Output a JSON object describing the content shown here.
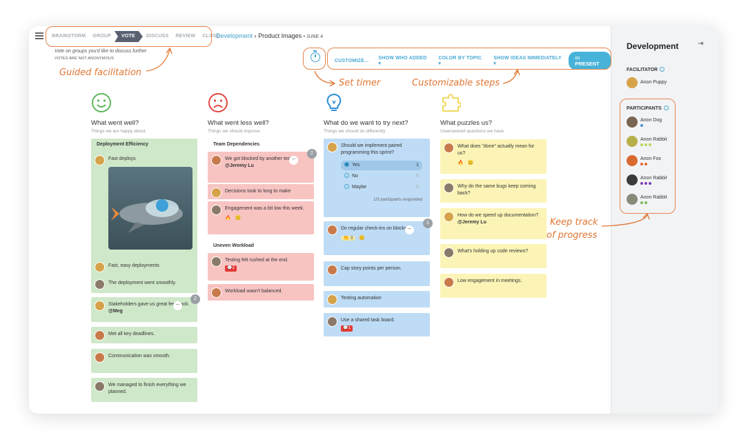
{
  "header": {
    "steps": [
      "BRAINSTORM",
      "GROUP",
      "VOTE",
      "DISCUSS",
      "REVIEW",
      "CLOSE"
    ],
    "active_step": "VOTE",
    "breadcrumb_link": "Development",
    "breadcrumb_sep": "›",
    "breadcrumb_page": "Product Images",
    "breadcrumb_date": "• JUNE 4",
    "hint": "Vote on groups you'd like to discuss further",
    "hint_sub": "VOTES ARE NOT ANONYMOUS"
  },
  "toolbar": {
    "customize": "CUSTOMIZE...",
    "show_who_added": "SHOW WHO ADDED ▾",
    "color_by_topic": "COLOR BY TOPIC ▾",
    "show_ideas": "SHOW IDEAS IMMEDIATELY ▾",
    "present": "PRESENT"
  },
  "annotations": {
    "guided": "Guided facilitation",
    "timer": "Set timer",
    "custom": "Customizable steps",
    "track1": "Keep track",
    "track2": "of progress"
  },
  "columns": [
    {
      "title": "What went well?",
      "subtitle": "Things we are happy about."
    },
    {
      "title": "What went less well?",
      "subtitle": "Things we should improve."
    },
    {
      "title": "What do we want to try next?",
      "subtitle": "Things we should do differently"
    },
    {
      "title": "What puzzles us?",
      "subtitle": "Unanswered questions we have"
    }
  ],
  "col1": {
    "group": "Deployment Efficiency",
    "cards": [
      "Fast deploys",
      "Fast, easy deployments",
      "The deployment went smoothly.",
      "Stakeholders gave us great feedback.",
      "Met all key deadlines.",
      "Communication was smooth.",
      "We managed to finish everything we planned."
    ],
    "mention": "@Meg",
    "badge": "2"
  },
  "col2": {
    "group1": "Team Dependencies",
    "group2": "Uneven Workload",
    "cards": [
      "We got blocked by another team.",
      "Decisions took to long to make",
      "Engagement was a bit low this week.",
      "Testing felt rushed at the end.",
      "Workload wasn't balanced."
    ],
    "mention": "@Jeremy Lu",
    "badge": "2",
    "comments": "2"
  },
  "col3": {
    "poll_q": "Should we implement paired programming this sprint?",
    "options": [
      {
        "label": "Yes",
        "count": "1"
      },
      {
        "label": "No",
        "count": "0"
      },
      {
        "label": "Maybe",
        "count": "0"
      }
    ],
    "poll_foot": "1/3 participants responded",
    "cards": [
      "Do regular check-ins on blockers.",
      "Cap story points per person.",
      "Testing automation",
      "Use a shared task board."
    ],
    "vote_count": "3",
    "badge": "1",
    "comments": "1"
  },
  "col4": {
    "cards": [
      "What does \"done\" actually mean for us?",
      "Why do the same bugs keep coming back?",
      "How do we speed up documentation?",
      "What's holding up code reviews?",
      "Low engagement in meetings."
    ],
    "mention": "@Jeremy Lu"
  },
  "sidebar": {
    "title": "Development",
    "facilitator_label": "FACILITATOR",
    "facilitator": "Anon Puppy",
    "participants_label": "PARTICIPANTS",
    "participants": [
      {
        "name": "Anon Dog",
        "dots": [
          "#4a8fd8"
        ]
      },
      {
        "name": "Anon Rabbit",
        "dots": [
          "#b5d65b",
          "#b5d65b",
          "#b5d65b"
        ]
      },
      {
        "name": "Anon Fox",
        "dots": [
          "#e0642e",
          "#e0642e"
        ]
      },
      {
        "name": "Anon Rabbit",
        "dots": [
          "#7b3fb5",
          "#7b3fb5",
          "#7b3fb5"
        ]
      },
      {
        "name": "Anon Rabbit",
        "dots": [
          "#7cb85a",
          "#7cb85a"
        ]
      }
    ]
  },
  "colors": {
    "accent": "#48a9d3",
    "annotation": "#e07532"
  }
}
